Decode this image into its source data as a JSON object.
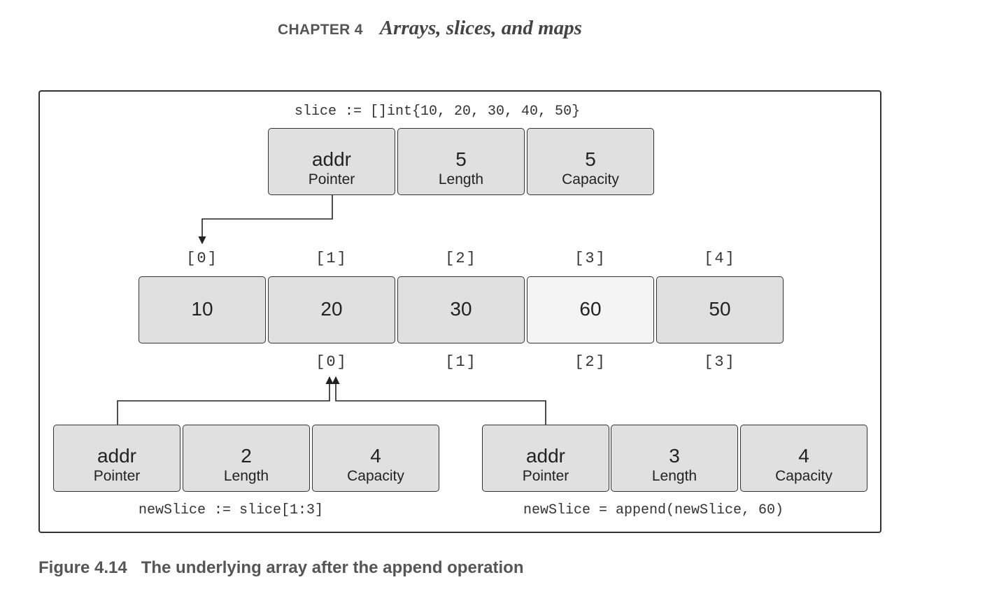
{
  "header": {
    "chapter_label": "CHAPTER 4",
    "chapter_title": "Arrays, slices, and maps"
  },
  "diagram": {
    "top_slice": {
      "code": "slice := []int{10, 20, 30, 40, 50}",
      "cells": [
        {
          "value": "addr",
          "label": "Pointer"
        },
        {
          "value": "5",
          "label": "Length"
        },
        {
          "value": "5",
          "label": "Capacity"
        }
      ]
    },
    "array": {
      "top_indices": [
        "[0]",
        "[1]",
        "[2]",
        "[3]",
        "[4]"
      ],
      "values": [
        "10",
        "20",
        "30",
        "60",
        "50"
      ],
      "bottom_indices": [
        "[0]",
        "[1]",
        "[2]",
        "[3]"
      ]
    },
    "left_slice": {
      "code": "newSlice := slice[1:3]",
      "cells": [
        {
          "value": "addr",
          "label": "Pointer"
        },
        {
          "value": "2",
          "label": "Length"
        },
        {
          "value": "4",
          "label": "Capacity"
        }
      ]
    },
    "right_slice": {
      "code": "newSlice = append(newSlice, 60)",
      "cells": [
        {
          "value": "addr",
          "label": "Pointer"
        },
        {
          "value": "3",
          "label": "Length"
        },
        {
          "value": "4",
          "label": "Capacity"
        }
      ]
    }
  },
  "caption": {
    "figure_label": "Figure 4.14",
    "figure_title": "The underlying array after the append operation"
  }
}
